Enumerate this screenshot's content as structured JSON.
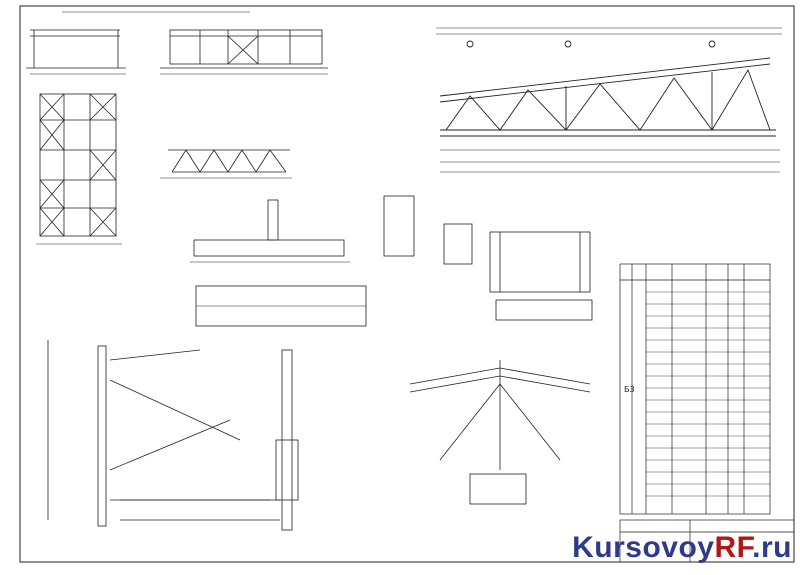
{
  "sheet": {
    "bg": "#ffffff",
    "line_color": "#1a1a1a",
    "accent": "#cfcfcf"
  },
  "watermark": {
    "left": "Kursovoy",
    "right": "RF",
    "suffix": ".ru",
    "color_main": "#2f3a8c",
    "color_accent": "#b31616"
  },
  "row_labels": {
    "group": "Б3"
  }
}
